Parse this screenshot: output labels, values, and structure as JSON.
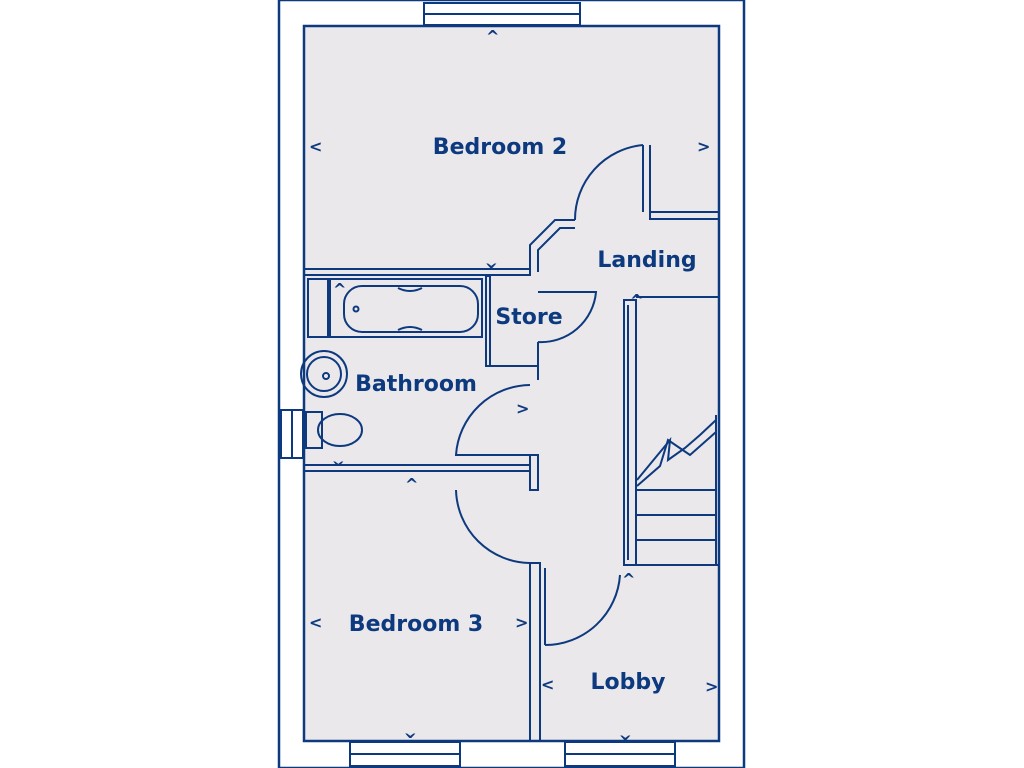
{
  "rooms": {
    "bedroom2": "Bedroom 2",
    "landing": "Landing",
    "store": "Store",
    "bathroom": "Bathroom",
    "bedroom3": "Bedroom 3",
    "lobby": "Lobby"
  },
  "colors": {
    "line": "#0d3a7e",
    "room_fill": "#ebe8ec"
  }
}
